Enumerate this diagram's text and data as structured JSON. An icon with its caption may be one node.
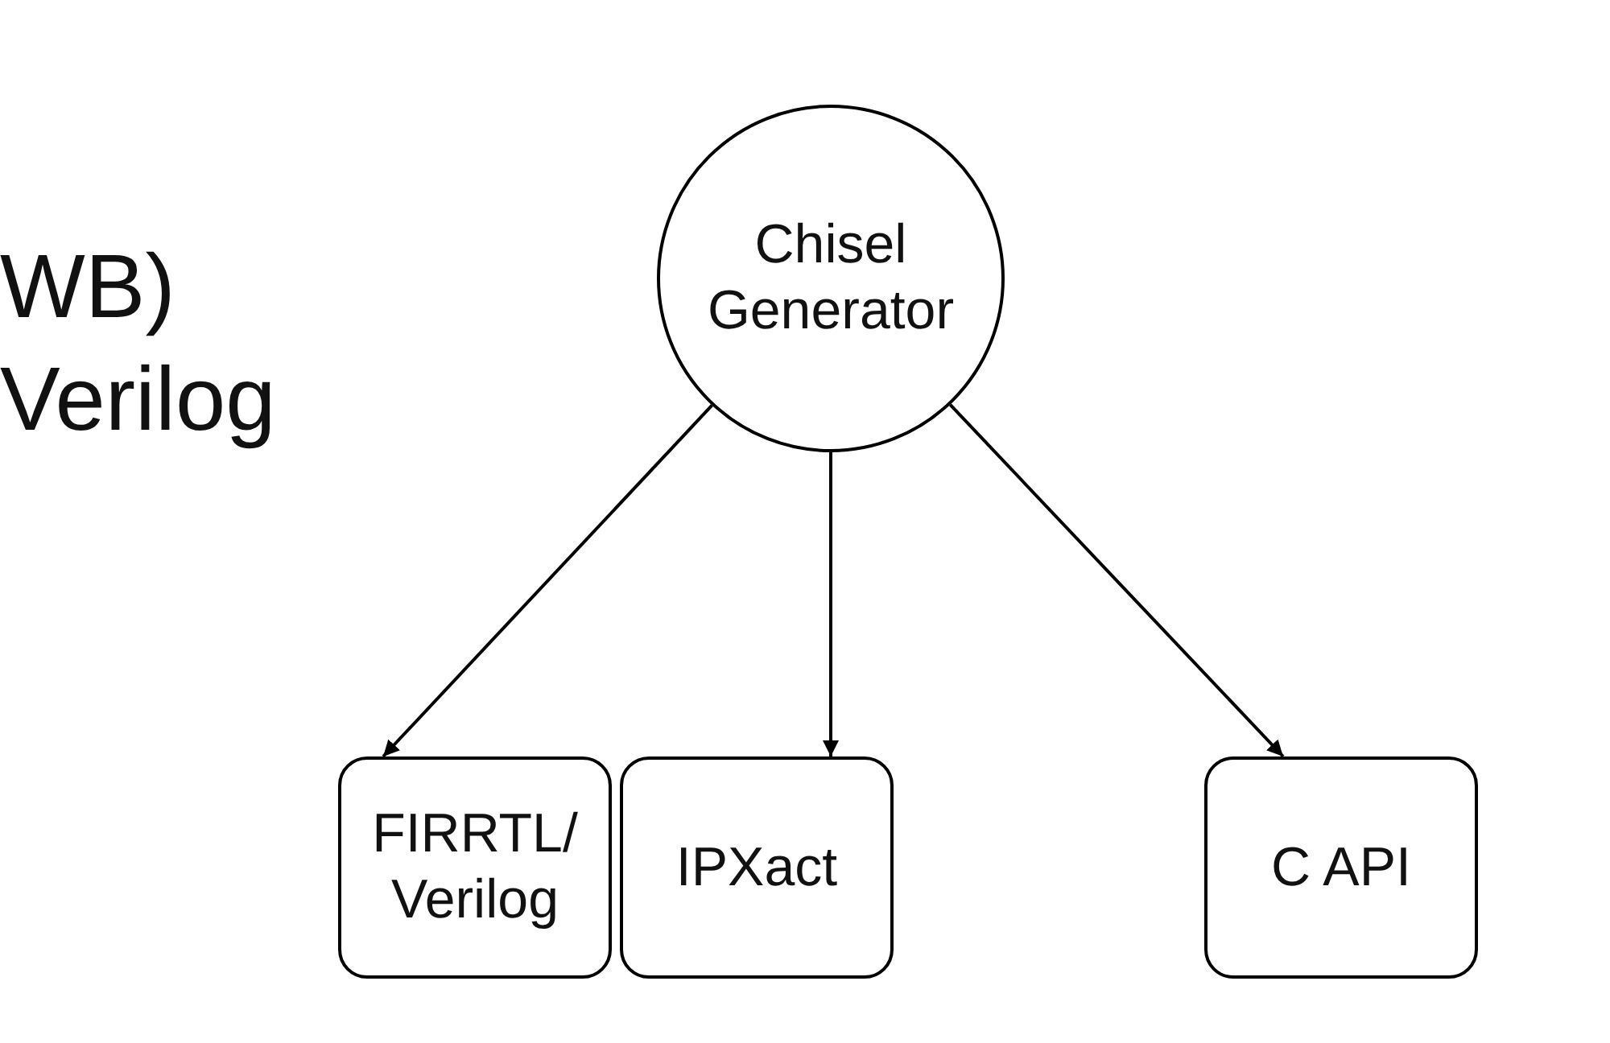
{
  "diagram": {
    "nodes": [
      {
        "text": [
          "Chisel Generator"
        ]
      },
      {
        "text": [
          "FIRRTL/ Verilog"
        ]
      },
      {
        "text": [
          "IPXact"
        ]
      },
      {
        "text": [
          "C API"
        ]
      }
    ],
    "edges": [
      {
        "from": 0,
        "to": 1,
        "arrow": "to"
      },
      {
        "from": 0,
        "to": 2,
        "arrow": "to"
      },
      {
        "from": 0,
        "to": 3,
        "arrow": "to"
      }
    ],
    "labels": [
      "WB)",
      "Verilog"
    ]
  }
}
